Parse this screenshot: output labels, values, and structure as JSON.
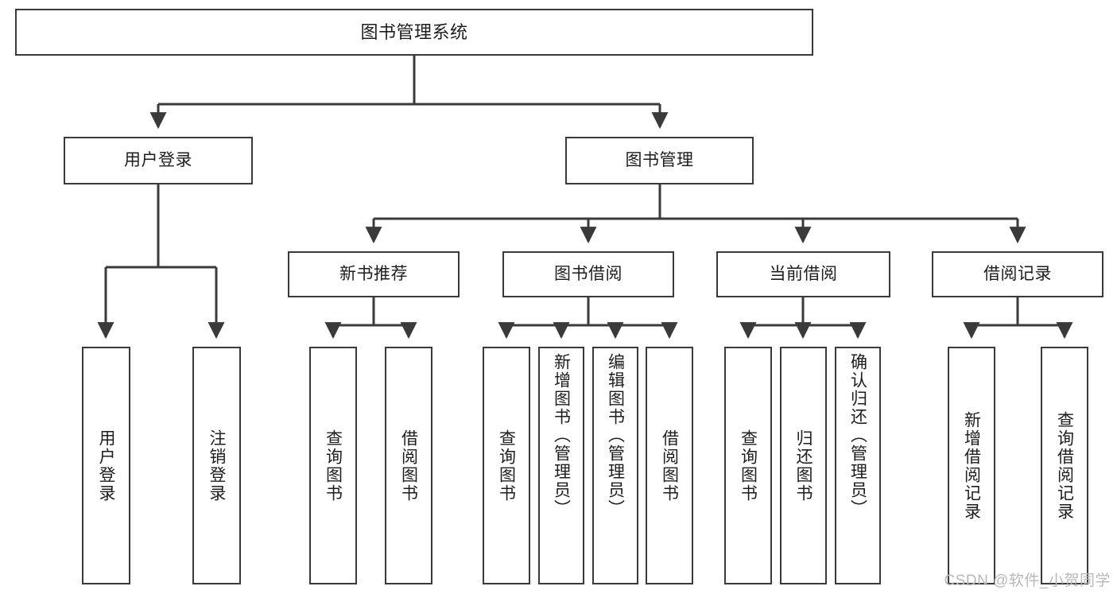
{
  "diagram": {
    "type": "tree",
    "title": "图书管理系统",
    "root": {
      "id": "root",
      "label": "图书管理系统",
      "level": 1
    },
    "level2": [
      {
        "id": "user-login",
        "label": "用户登录"
      },
      {
        "id": "book-manage",
        "label": "图书管理"
      }
    ],
    "level3": [
      {
        "id": "new-book-rec",
        "label": "新书推荐",
        "parent": "book-manage"
      },
      {
        "id": "book-borrow",
        "label": "图书借阅",
        "parent": "book-manage"
      },
      {
        "id": "current-borrow",
        "label": "当前借阅",
        "parent": "book-manage"
      },
      {
        "id": "borrow-record",
        "label": "借阅记录",
        "parent": "book-manage"
      }
    ],
    "leaves": [
      {
        "id": "leaf-user-login",
        "label": "用户登录",
        "parent": "user-login"
      },
      {
        "id": "leaf-user-logout",
        "label": "注销登录",
        "parent": "user-login"
      },
      {
        "id": "leaf-query-book-1",
        "label": "查询图书",
        "parent": "new-book-rec"
      },
      {
        "id": "leaf-borrow-book-1",
        "label": "借阅图书",
        "parent": "new-book-rec"
      },
      {
        "id": "leaf-query-book-2",
        "label": "查询图书",
        "parent": "book-borrow"
      },
      {
        "id": "leaf-add-book",
        "label": "新增图书（管理员）",
        "parent": "book-borrow"
      },
      {
        "id": "leaf-edit-book",
        "label": "编辑图书（管理员）",
        "parent": "book-borrow"
      },
      {
        "id": "leaf-borrow-book-2",
        "label": "借阅图书",
        "parent": "book-borrow"
      },
      {
        "id": "leaf-query-book-3",
        "label": "查询图书",
        "parent": "current-borrow"
      },
      {
        "id": "leaf-return-book",
        "label": "归还图书",
        "parent": "current-borrow"
      },
      {
        "id": "leaf-confirm-return",
        "label": "确认归还（管理员）",
        "parent": "current-borrow"
      },
      {
        "id": "leaf-add-record",
        "label": "新增借阅记录",
        "parent": "borrow-record"
      },
      {
        "id": "leaf-query-record",
        "label": "查询借阅记录",
        "parent": "borrow-record"
      }
    ],
    "watermark": "CSDN @软件_小贺同学",
    "colors": {
      "stroke": "#3a3a3a",
      "fill": "#ffffff",
      "text": "#1d1d1d",
      "watermark": "#b9b9b9"
    }
  }
}
